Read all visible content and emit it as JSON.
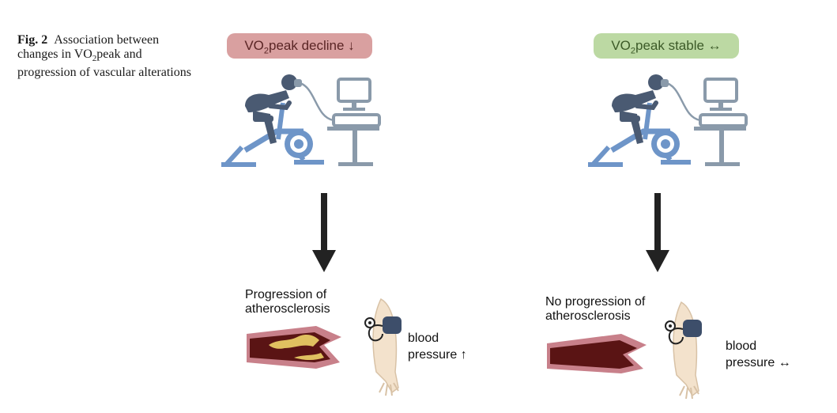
{
  "caption": {
    "label": "Fig. 2",
    "text_part1": "Association between changes in VO",
    "subscript": "2",
    "text_part2": "peak and progression of vascular alterations"
  },
  "left": {
    "badge_prefix": "VO",
    "badge_sub": "2",
    "badge_suffix": "peak decline ↓",
    "outcome_line1": "Progression of",
    "outcome_line2": "atherosclerosis",
    "bp_line1": "blood",
    "bp_line2": "pressure ↑"
  },
  "right": {
    "badge_prefix": "VO",
    "badge_sub": "2",
    "badge_suffix": "peak stable ↔",
    "outcome_line1": "No progression of",
    "outcome_line2": "atherosclerosis",
    "bp_line1": "blood",
    "bp_line2": "pressure ↔"
  },
  "colors": {
    "decline_badge": "#d9a0a0",
    "stable_badge": "#bcd9a3",
    "cyclist_body": "#4a5a72",
    "bike_frame": "#6e95c8",
    "monitor": "#8a9aaa",
    "artery_wall": "#c8808a",
    "artery_lumen": "#5a1414",
    "plaque": "#e0c060",
    "arrow": "#222222"
  }
}
